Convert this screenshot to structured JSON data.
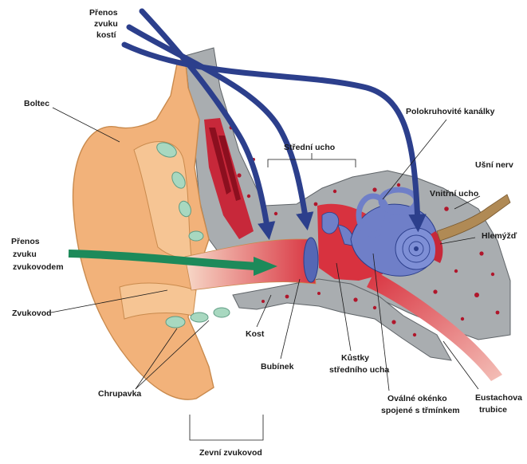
{
  "diagram": {
    "labels": {
      "bone_conduction": [
        "Přenos",
        "zvuku",
        "kostí"
      ],
      "auricle": "Boltec",
      "semicircular_canals": "Polokruhovité kanálky",
      "middle_ear": "Střední ucho",
      "auditory_nerve": "Ušní nerv",
      "inner_ear": "Vnitřní ucho",
      "cochlea": "Hlemýžď",
      "air_conduction": [
        "Přenos",
        "zvuku",
        "zvukovodem"
      ],
      "ear_canal": "Zvukovod",
      "bone": "Kost",
      "eardrum": "Bubínek",
      "ossicles": [
        "Kůstky",
        "středního ucha"
      ],
      "eustachian_tube": [
        "Eustachova",
        "trubice"
      ],
      "oval_window": [
        "Oválné okénko",
        "spojené s třmínkem"
      ],
      "cartilage": "Chrupavka",
      "outer_canal": "Zevní zvukovod"
    },
    "colors": {
      "skin": "#f2b27a",
      "skin_edge": "#c98a4d",
      "cartilage": "#a8d8c0",
      "bone": "#a9adb0",
      "tissue": "#d8323f",
      "tissue_dark": "#b0162b",
      "inner_ear": "#6f7fc8",
      "bone_arrow": "#2c3f8c",
      "air_arrow": "#1d8a5a",
      "nerve": "#b08a55"
    }
  }
}
